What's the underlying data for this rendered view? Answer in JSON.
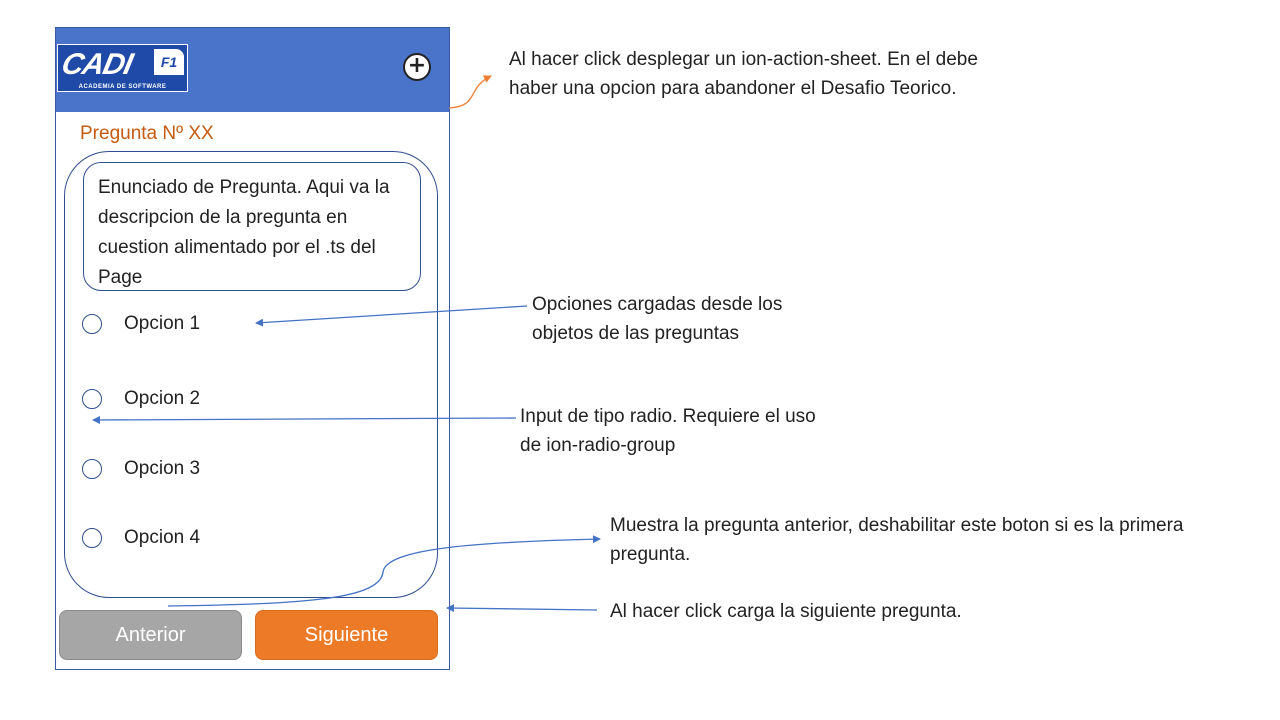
{
  "app": {
    "logo_text": "CADI",
    "logo_badge": "F1",
    "logo_sub": "ACADEMIA DE SOFTWARE",
    "plus_icon": "+"
  },
  "question": {
    "title": "Pregunta Nº XX",
    "statement": "Enunciado de Pregunta. Aqui va la descripcion de la pregunta en cuestion alimentado por el .ts del Page",
    "options": [
      "Opcion 1",
      "Opcion 2",
      "Opcion 3",
      "Opcion 4"
    ]
  },
  "buttons": {
    "previous": "Anterior",
    "next": "Siguiente"
  },
  "annotations": {
    "action_sheet": "Al hacer click desplegar un ion-action-sheet. En el debe haber una opcion para abandoner el Desafio Teorico.",
    "options_loaded": "Opciones cargadas desde los objetos de las preguntas",
    "radio_input": "Input de tipo radio. Requiere el uso de ion-radio-group",
    "previous_button": "Muestra la pregunta anterior, deshabilitar este boton si es la primera pregunta.",
    "next_button": "Al hacer click carga la siguiente pregunta."
  },
  "colors": {
    "header": "#4a74c9",
    "title": "#c55a11",
    "next_button": "#ed7a26",
    "previous_button": "#a6a6a6",
    "connector_blue": "#4472c4",
    "connector_orange": "#ed7d31"
  }
}
